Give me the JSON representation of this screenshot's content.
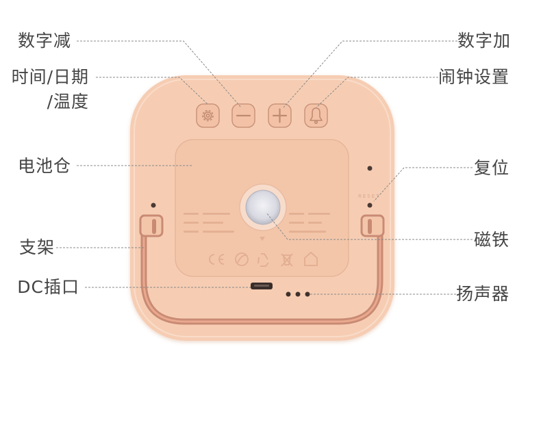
{
  "labels": {
    "num_minus": "数字减",
    "time_date_line1": "时间/日期",
    "time_date_line2": "/温度",
    "battery": "电池仓",
    "stand": "支架",
    "dc_port": "DC插口",
    "num_plus": "数字加",
    "alarm_set": "闹钟设置",
    "reset": "复位",
    "magnet": "磁铁",
    "speaker": "扬声器"
  },
  "device_text": {
    "reset_print": "RESET"
  },
  "colors": {
    "body": "#f6cdb3",
    "panel": "#f3c6aa",
    "stand": "#c98a74",
    "button_icon": "#c08a70",
    "leader_line": "#888888",
    "label_text": "#444444"
  },
  "icons": {
    "settings_button": "gear-icon",
    "minus_button": "minus-icon",
    "plus_button": "plus-icon",
    "alarm_button": "bell-icon"
  }
}
